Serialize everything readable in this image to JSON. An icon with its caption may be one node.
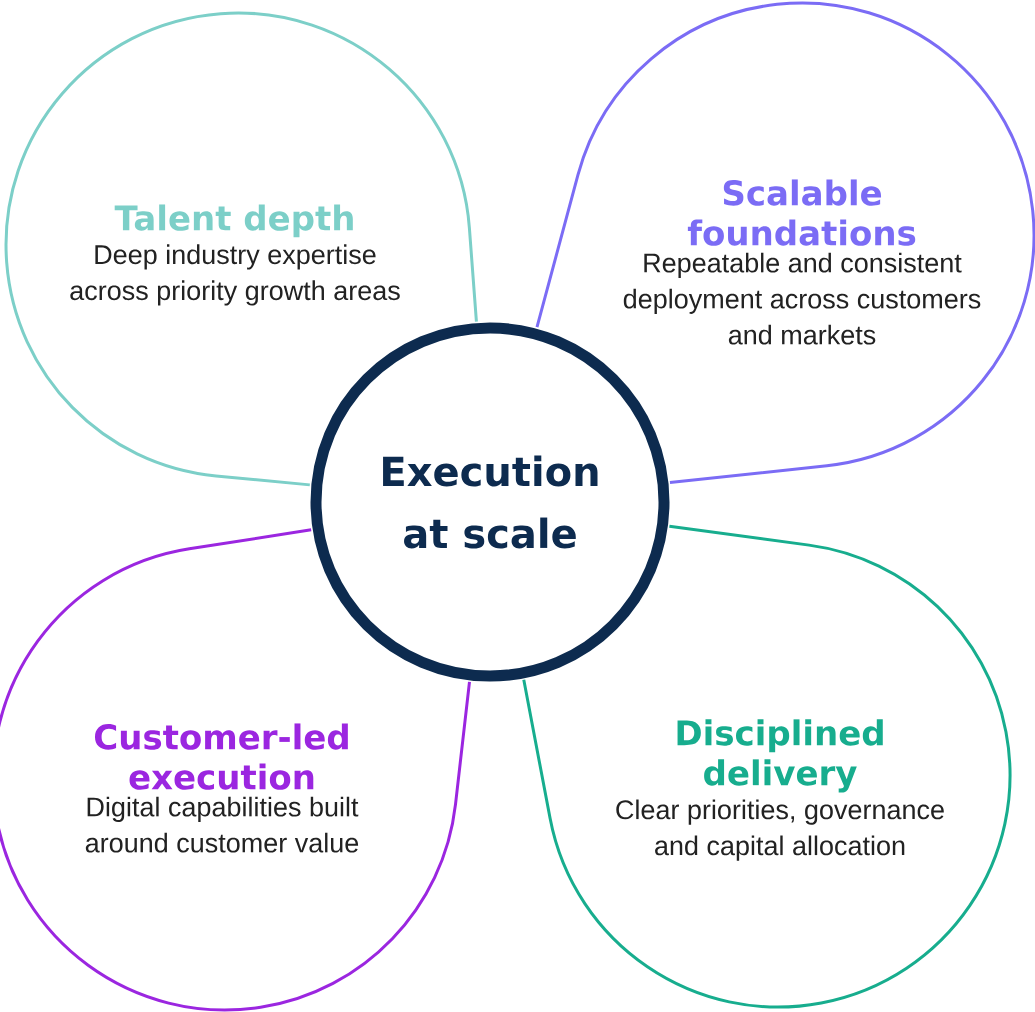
{
  "diagram": {
    "nodes": [
      {
        "text": [
          "Talent depth",
          "Deep industry expertise across priority growth areas"
        ]
      },
      {
        "text": [
          "Scalable foundations",
          "Repeatable and consistent deployment across customers and markets"
        ]
      },
      {
        "text": [
          "Customer-led execution",
          "Digital capabilities built around customer value"
        ]
      },
      {
        "text": [
          "Disciplined delivery",
          "Clear priorities, governance and capital allocation"
        ]
      },
      {
        "text": [
          "Execution at scale"
        ]
      }
    ]
  }
}
